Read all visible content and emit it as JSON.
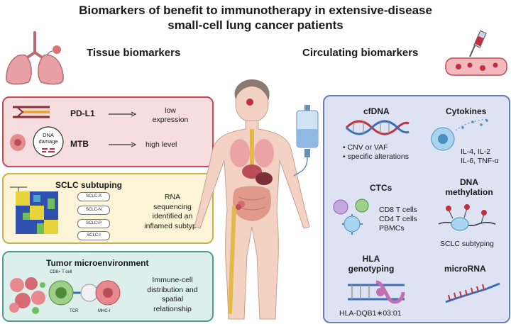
{
  "title_line1": "Biomarkers of benefit to immunotherapy in extensive-disease",
  "title_line2": "small-cell lung cancer patients",
  "tissue_header": "Tissue biomarkers",
  "circulating_header": "Circulating biomarkers",
  "pdl1": {
    "name": "PD-L1",
    "result_line1": "low",
    "result_line2": "expression"
  },
  "mtb": {
    "name": "MTB",
    "result": "high level",
    "icon_line1": "DNA",
    "icon_line2": "damage"
  },
  "sclc": {
    "title": "SCLC subtuping",
    "pills": [
      "SCLC-A",
      "SCLC-N",
      "SCLC-P",
      "SCLC-I"
    ],
    "text_lines": [
      "RNA",
      "sequencing",
      "identified an",
      "inflamed subtype"
    ]
  },
  "tme": {
    "title": "Tumor microenvironment",
    "text_lines": [
      "Immune-cell",
      "distribution and",
      "spatial",
      "relationship"
    ],
    "cell_label": "CD8+ T cell",
    "tcr_label": "TCR",
    "mhc_label": "MHC-I"
  },
  "cfdna": {
    "title": "cfDNA",
    "items": [
      "CNV or VAF",
      "specific alterations"
    ]
  },
  "cytokines": {
    "title": "Cytokines",
    "line1": "IL-4, IL-2",
    "line2": "IL-6, TNF-α"
  },
  "ctcs": {
    "title": "CTCs",
    "items": [
      "CD8 T cells",
      "CD4 T cells",
      "PBMCs"
    ]
  },
  "dna_meth": {
    "title_line1": "DNA",
    "title_line2": "methylation",
    "sub": "SCLC subtyping"
  },
  "hla": {
    "title_line1": "HLA",
    "title_line2": "genotyping",
    "sub": "HLA-DQB1∗03:01"
  },
  "microrna": {
    "title": "microRNA"
  },
  "colors": {
    "tissue_box": "#f7dede",
    "tissue_border": "#c84a52",
    "subtype_box": "#fbf4d6",
    "subtype_border": "#c8b24c",
    "tme_box": "#dcefeb",
    "tme_border": "#4f9d90",
    "circ_box": "#dde3f2",
    "circ_border": "#6b7db8"
  }
}
